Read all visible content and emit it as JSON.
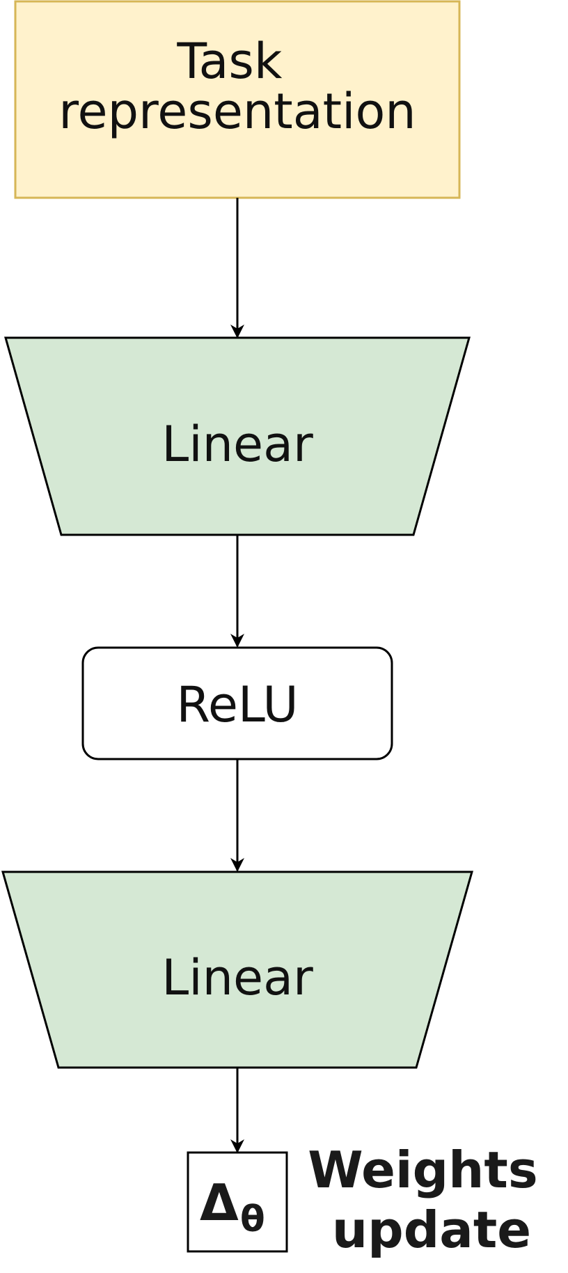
{
  "diagram": {
    "nodes": {
      "task_representation": {
        "lines": [
          "Task",
          "representation"
        ],
        "fill": "#fff2cc",
        "stroke": "#d6b656"
      },
      "linear_1": {
        "label": "Linear",
        "fill": "#d5e8d4",
        "stroke": "#000000"
      },
      "relu": {
        "label": "ReLU",
        "fill": "#ffffff",
        "stroke": "#000000"
      },
      "linear_2": {
        "label": "Linear",
        "fill": "#d5e8d4",
        "stroke": "#000000"
      },
      "delta_theta": {
        "symbol": "Δ",
        "subscript": "θ"
      }
    },
    "weights_update": {
      "lines": [
        "Weights",
        "update"
      ]
    },
    "edges": [
      {
        "from": "task_representation",
        "to": "linear_1"
      },
      {
        "from": "linear_1",
        "to": "relu"
      },
      {
        "from": "relu",
        "to": "linear_2"
      },
      {
        "from": "linear_2",
        "to": "delta_theta"
      }
    ]
  }
}
